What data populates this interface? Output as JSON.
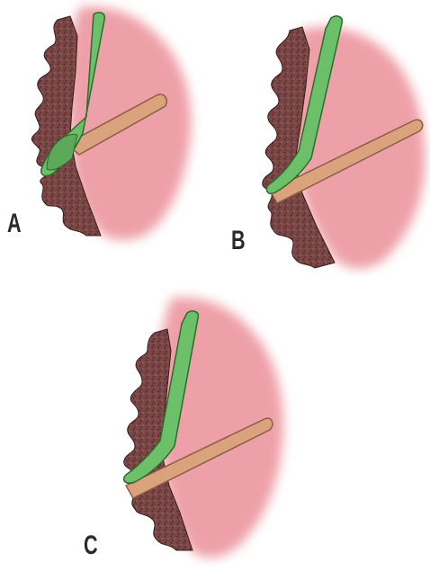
{
  "panels": [
    {
      "label": "A"
    },
    {
      "label": "B"
    },
    {
      "label": "C"
    }
  ],
  "colors": {
    "tissue": "#eea0a8",
    "tissue_edge": "#f4c2c7",
    "mucosa": "#7a4646",
    "mucosa_speckle": "#4a2424",
    "green_duct": "#6cc06a",
    "green_duct_dark": "#2f6a2e",
    "tan_duct": "#dba27e",
    "tan_duct_dark": "#8a5e44"
  }
}
